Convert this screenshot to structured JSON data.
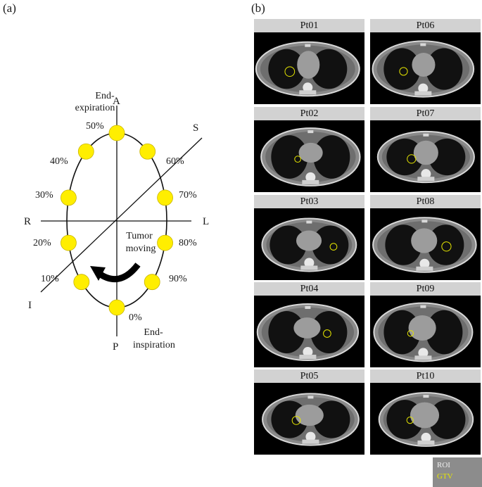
{
  "panels": {
    "a_label": "(a)",
    "b_label": "(b)"
  },
  "diagram": {
    "axes": {
      "A": "A",
      "P": "P",
      "R": "R",
      "L": "L",
      "S": "S",
      "I": "I"
    },
    "annotations": {
      "end_expiration_line1": "End-",
      "end_expiration_line2": "expiration",
      "end_inspiration_line1": "End-",
      "end_inspiration_line2": "inspiration",
      "tumor_line1": "Tumor",
      "tumor_line2": "moving"
    },
    "phases": [
      {
        "label": "0%",
        "angle_deg": 270
      },
      {
        "label": "10%",
        "angle_deg": 225
      },
      {
        "label": "20%",
        "angle_deg": 195
      },
      {
        "label": "30%",
        "angle_deg": 165
      },
      {
        "label": "40%",
        "angle_deg": 128
      },
      {
        "label": "50%",
        "angle_deg": 90
      },
      {
        "label": "60%",
        "angle_deg": 52
      },
      {
        "label": "70%",
        "angle_deg": 15
      },
      {
        "label": "80%",
        "angle_deg": -15
      },
      {
        "label": "90%",
        "angle_deg": -45
      }
    ],
    "colors": {
      "marker_fill": "#ffee00",
      "marker_stroke": "#c8b400",
      "line": "#111111"
    }
  },
  "patients": [
    {
      "id": "Pt01",
      "column": 0,
      "row": 0
    },
    {
      "id": "Pt06",
      "column": 1,
      "row": 0
    },
    {
      "id": "Pt02",
      "column": 0,
      "row": 1
    },
    {
      "id": "Pt07",
      "column": 1,
      "row": 1
    },
    {
      "id": "Pt03",
      "column": 0,
      "row": 2
    },
    {
      "id": "Pt08",
      "column": 1,
      "row": 2
    },
    {
      "id": "Pt04",
      "column": 0,
      "row": 3
    },
    {
      "id": "Pt09",
      "column": 1,
      "row": 3
    },
    {
      "id": "Pt05",
      "column": 0,
      "row": 4
    },
    {
      "id": "Pt10",
      "column": 1,
      "row": 4
    }
  ],
  "legend": {
    "roi": "ROI",
    "gtv": "GTV",
    "roi_color": "#f0f0f0",
    "gtv_color": "#e6e600",
    "background": "#8c8c8c"
  }
}
